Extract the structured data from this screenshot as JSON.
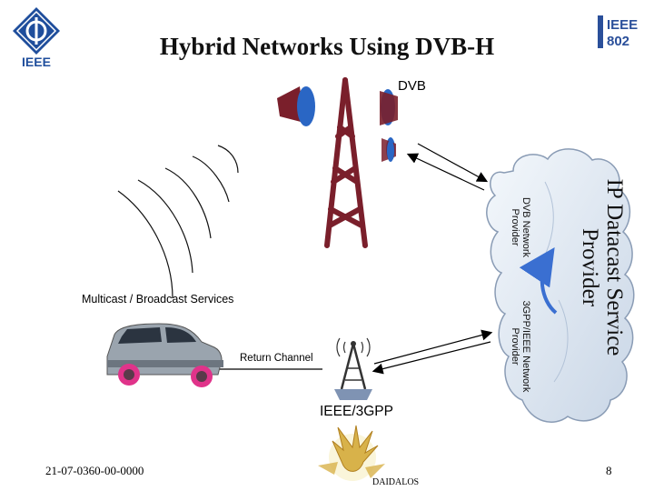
{
  "slide": {
    "title": "Hybrid Networks Using DVB-H",
    "footer_doc": "21-07-0360-00-0000",
    "page_number": "8",
    "daidalos": "DAIDALOS"
  },
  "logos": {
    "ieee_left": "IEEE",
    "ieee_802": [
      "IEEE",
      "802"
    ]
  },
  "diagram": {
    "dvb_label": "DVB",
    "multicast_label": "Multicast / Broadcast Services",
    "return_channel_label": "Return Channel",
    "ieee_3gpp_label": "IEEE/3GPP",
    "ip_datacast_provider": [
      "IP Datacast Service",
      "Provider"
    ],
    "dvb_network_provider": [
      "DVB Network",
      "Provider"
    ],
    "gpp_ieee_network_provider": [
      "3GPP/IEEE Network",
      "Provider"
    ]
  },
  "colors": {
    "tower": "#7a1f2b",
    "dish": "#2a66c4",
    "cloud_fill": "#dfe8f2",
    "arrow": "#3a6fd1",
    "car_wheels": "#e0338a",
    "ieee_blue": "#1f4e9c"
  },
  "icons": [
    "ieee-logo-icon",
    "ieee802-logo-icon",
    "broadcast-tower-icon",
    "cell-tower-icon",
    "car-icon",
    "daidalos-logo-icon"
  ]
}
